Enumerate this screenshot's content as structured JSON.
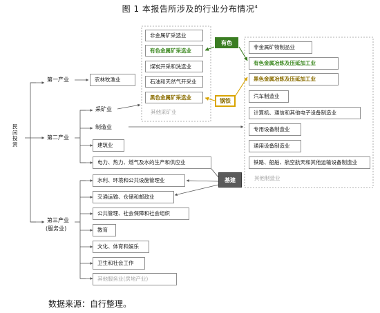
{
  "title": "图 1  本报告所涉及的行业分布情况",
  "title_sup": "4",
  "root": "民间投资",
  "sectors": {
    "primary": "第一产业",
    "secondary": "第二产业",
    "tertiary": "第三产业",
    "tertiary_sub": "(服务业)"
  },
  "primary_items": [
    "农林牧渔业"
  ],
  "secondary_items": {
    "mining": "采矿业",
    "manufacturing": "制造业",
    "construction": "建筑业",
    "utilities": "电力、热力、燃气及水的生产和供应业"
  },
  "mining_items": [
    "非金属矿采选业",
    "有色金属矿采选业",
    "煤炭开采和洗选业",
    "石油和天然气开采业",
    "黑色金属矿采选业",
    "其他采矿业"
  ],
  "manufacturing_items": [
    "非金属矿物制品业",
    "有色金属冶炼及压延加工业",
    "黑色金属冶炼及压延加工业",
    "汽车制造业",
    "计算机、通信和其他电子设备制造业",
    "专用设备制造业",
    "通用设备制造业",
    "铁路、船舶、航空航天和其他运输设备制造业",
    "其他制造业"
  ],
  "tertiary_items": [
    "水利、环境和公共设施管理业",
    "交通运输、仓储和邮政业",
    "公共管理、社会保障和社会组织",
    "教育",
    "文化、体育和娱乐",
    "卫生和社会工作",
    "其他服务业(房地产业)"
  ],
  "tags": {
    "nonferrous": "有色",
    "steel": "钢铁",
    "infra": "基建"
  },
  "colors": {
    "green": "#3f8a23",
    "olive": "#8a6d00",
    "grey": "#a6a6a6",
    "line": "#8f8f8f",
    "tag_green": "#3a7d22",
    "tag_gold": "#d9a400",
    "tag_dark": "#5a5a5a"
  },
  "source": "数据来源：自行整理。"
}
